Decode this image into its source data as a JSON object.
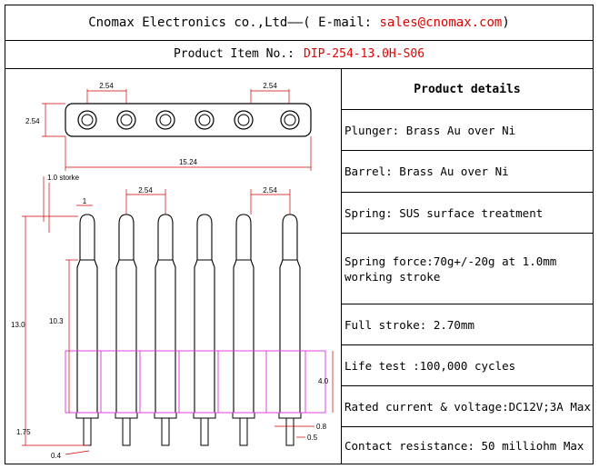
{
  "header": {
    "company": "Cnomax Electronics co.,Ltd——(",
    "email_label": " E-mail: ",
    "email": "sales@cnomax.com",
    "close": ")"
  },
  "product_item": {
    "label": "Product Item No.:",
    "value": "DIP-254-13.0H-S06"
  },
  "details": {
    "title": "Product details",
    "rows": [
      "Plunger: Brass Au over Ni",
      "Barrel: Brass Au over Ni",
      "Spring: SUS surface treatment",
      "Spring force:70g+/-20g at 1.0mm working stroke",
      "Full stroke: 2.70mm",
      "Life test :100,000 cycles",
      "Rated current & voltage:DC12V;3A Max",
      "Contact resistance: 50 milliohm Max"
    ]
  },
  "drawing": {
    "dim_pitch": "2.54",
    "dim_height_top": "2.54",
    "dim_length": "15.24",
    "dim_stroke": "1.0 storke",
    "dim_tip": "1",
    "dim_total": "13.0",
    "dim_body": "10.3",
    "dim_insulator": "4.0",
    "dim_tail": "1.75",
    "dim_tail_dia": "0.4",
    "dim_flange": "0.8",
    "dim_pin": "0.5",
    "colors": {
      "insulator": "#e040e0",
      "red_text": "#e00000",
      "dim_line": "#cc0000"
    }
  }
}
